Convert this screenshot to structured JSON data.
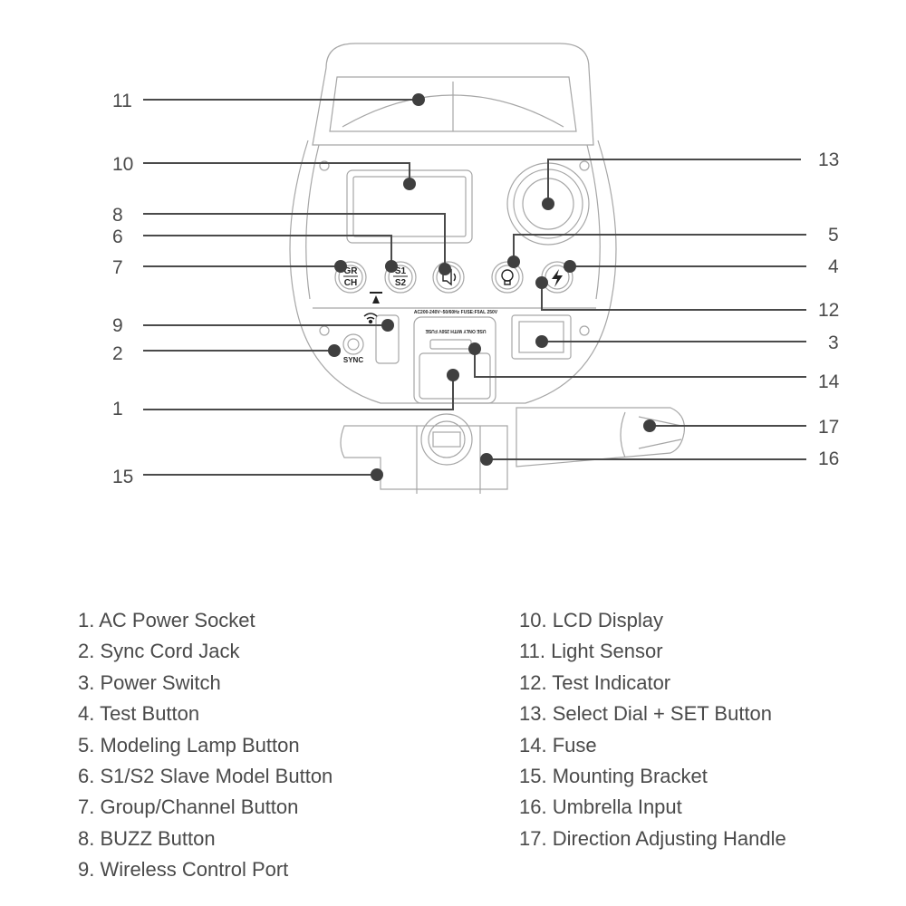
{
  "title": "Studio Flash Rear Panel Diagram",
  "panel_text": {
    "gr": "GR",
    "ch": "CH",
    "s1": "S1",
    "s2": "S2",
    "sync": "SYNC",
    "power_rating": "AC200-240V~50/60Hz FUSE:F5AL 250V",
    "fuse_note": "USE ONLY WITH 250V FUSE"
  },
  "callouts_left": [
    {
      "num": "11"
    },
    {
      "num": "10"
    },
    {
      "num": "8"
    },
    {
      "num": "6"
    },
    {
      "num": "7"
    },
    {
      "num": "9"
    },
    {
      "num": "2"
    },
    {
      "num": "1"
    },
    {
      "num": "15"
    }
  ],
  "callouts_right": [
    {
      "num": "13"
    },
    {
      "num": "5"
    },
    {
      "num": "4"
    },
    {
      "num": "12"
    },
    {
      "num": "3"
    },
    {
      "num": "14"
    },
    {
      "num": "17"
    },
    {
      "num": "16"
    }
  ],
  "legend": {
    "left": [
      "1. AC Power Socket",
      "2. Sync Cord Jack",
      "3. Power Switch",
      "4. Test Button",
      "5. Modeling Lamp Button",
      "6. S1/S2 Slave Model Button",
      "7. Group/Channel Button",
      "8. BUZZ Button",
      "9. Wireless Control Port"
    ],
    "right": [
      "10. LCD Display",
      "11. Light Sensor",
      "12. Test Indicator",
      "13. Select Dial + SET Button",
      "14. Fuse",
      "15. Mounting Bracket",
      "16. Umbrella Input",
      "17. Direction Adjusting Handle"
    ]
  },
  "colors": {
    "line": "#4a4a4a",
    "dot": "#3f3f3f",
    "outline": "#9a9a9a"
  }
}
